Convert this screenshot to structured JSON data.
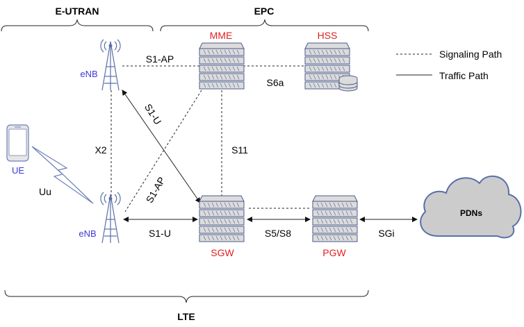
{
  "groups": {
    "eutran": "E-UTRAN",
    "epc": "EPC",
    "lte": "LTE"
  },
  "nodes": {
    "mme": "MME",
    "hss": "HSS",
    "sgw": "SGW",
    "pgw": "PGW",
    "enb_top": "eNB",
    "enb_bottom": "eNB",
    "ue": "UE",
    "pdns": "PDNs"
  },
  "interfaces": {
    "s1ap_top": "S1-AP",
    "s6a": "S6a",
    "s1u_diag": "S1-U",
    "x2": "X2",
    "s11": "S11",
    "s1ap_diag": "S1-AP",
    "uu": "Uu",
    "s1u_bottom": "S1-U",
    "s5s8": "S5/S8",
    "sgi": "SGi"
  },
  "legend": {
    "signaling": "Signaling Path",
    "traffic": "Traffic Path"
  },
  "colors": {
    "node_label": "#e02020",
    "enb_label": "#3b3bd6",
    "server_outline": "#4a5a8a",
    "cloud_fill": "#cccccc"
  }
}
